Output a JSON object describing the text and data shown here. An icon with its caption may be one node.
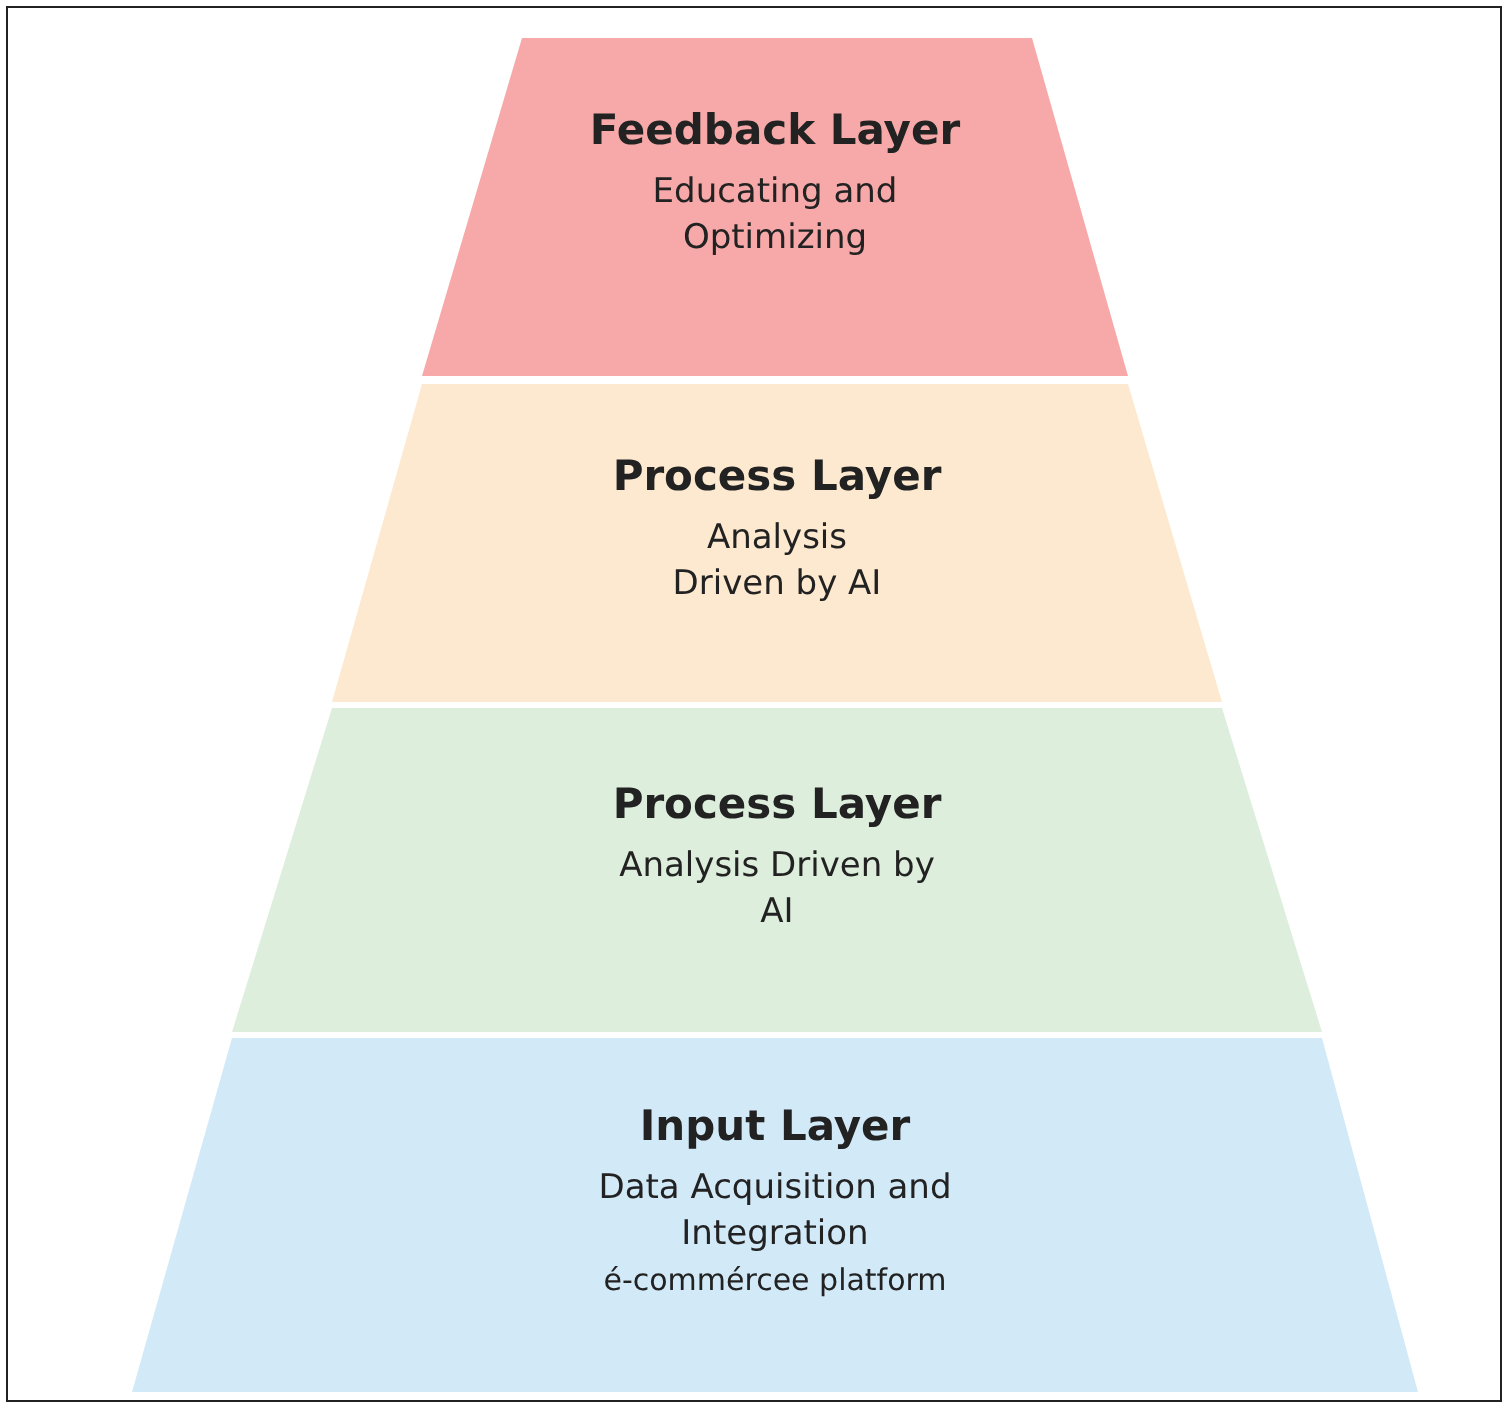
{
  "diagram": {
    "nodes": [
      {
        "text": [
          "Feedback Layer",
          "Educating and Optimizing"
        ]
      },
      {
        "text": [
          "Process Layer",
          "Analysis Driven by AI"
        ]
      },
      {
        "text": [
          "Process Layer",
          "Analysis Driven by AI"
        ]
      },
      {
        "text": [
          "Input Layer",
          "Data Acquisition and Integration",
          "é-commércee platform"
        ]
      }
    ]
  }
}
